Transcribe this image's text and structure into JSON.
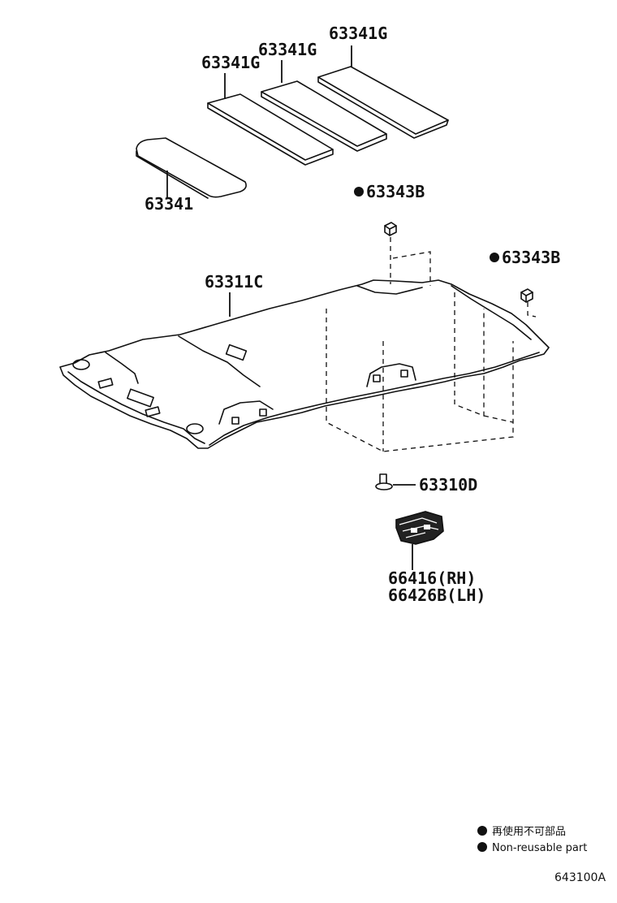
{
  "parts": {
    "pad_g1": "63341G",
    "pad_g2": "63341G",
    "pad_g3": "63341G",
    "pad_front": "63341",
    "clip_a": "63343B",
    "clip_b": "63343B",
    "headliner": "63311C",
    "screw": "63310D",
    "holder_rh": "66416(RH)",
    "holder_lh": "66426B(LH)"
  },
  "legend": {
    "bullet": "●",
    "japanese": "再使用不可部品",
    "english": "Non-reusable part"
  },
  "figure_code": "643100A"
}
